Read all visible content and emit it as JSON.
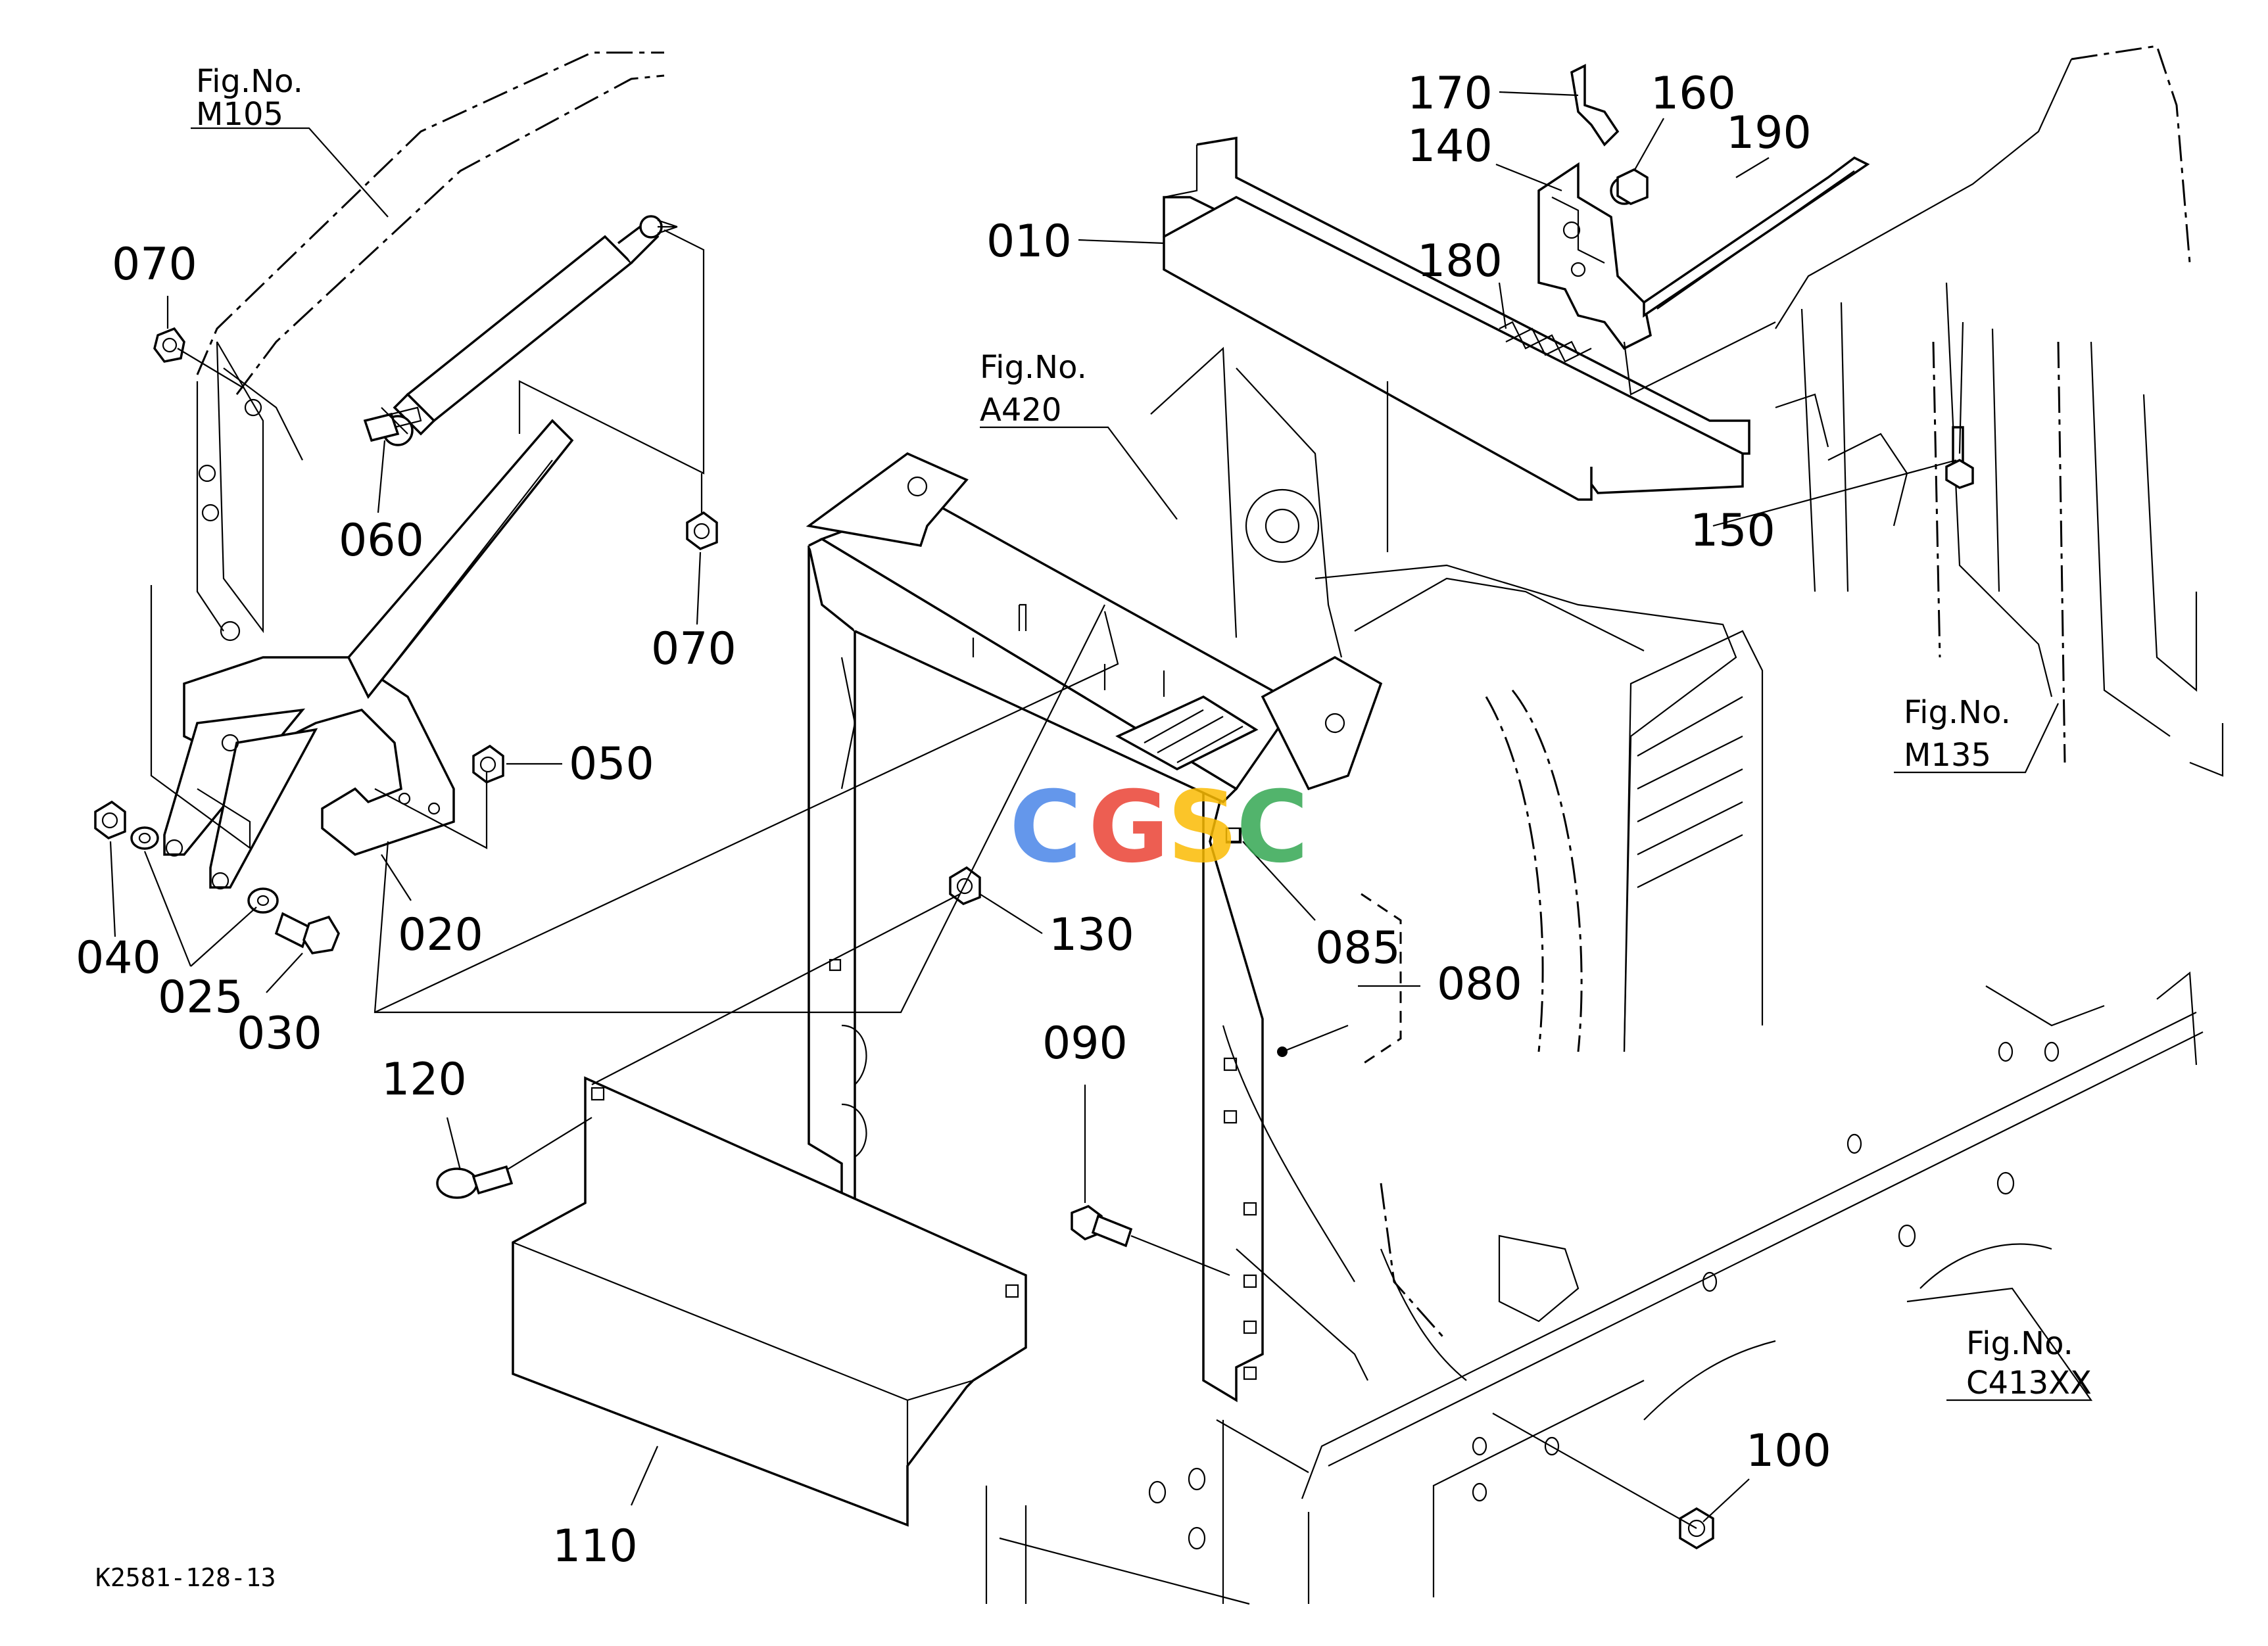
{
  "figure_code": "K2581-128-13",
  "watermark": {
    "letters": [
      "C",
      "G",
      "S",
      "C"
    ],
    "colors": [
      "#4a86e8",
      "#ea4335",
      "#fbbc04",
      "#34a853"
    ]
  },
  "fig_refs": [
    {
      "top": "Fig.No.",
      "bottom": "M105"
    },
    {
      "top": "Fig.No.",
      "bottom": "A420"
    },
    {
      "top": "Fig.No.",
      "bottom": "M135"
    },
    {
      "top": "Fig.No.",
      "bottom": "C413XX"
    }
  ],
  "part_labels": [
    "070",
    "060",
    "070",
    "050",
    "020",
    "040",
    "025",
    "030",
    "120",
    "130",
    "110",
    "010",
    "170",
    "160",
    "140",
    "190",
    "180",
    "150",
    "085",
    "080",
    "090",
    "100"
  ]
}
